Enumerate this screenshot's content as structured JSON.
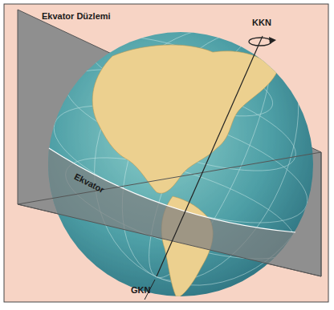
{
  "diagram": {
    "labels": [
      "Ekvator Düzlemi",
      "KKN",
      "Ekvator",
      "GKN"
    ]
  }
}
